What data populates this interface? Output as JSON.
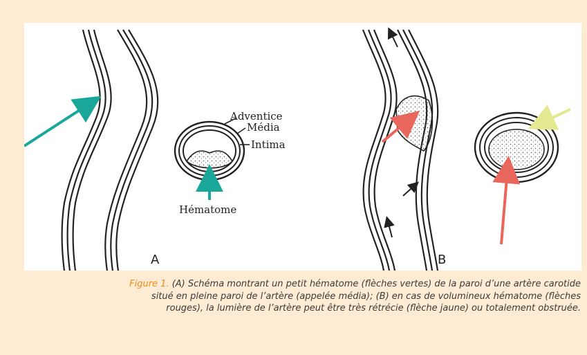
{
  "figure": {
    "panel_a_letter": "A",
    "panel_b_letter": "B",
    "labels": {
      "adventice": "Adventice",
      "media": "Média",
      "intima": "Intima",
      "hematome": "Hématome"
    },
    "colors": {
      "background": "#fdebd3",
      "green_arrow": "#1aa79a",
      "red_arrow": "#e8665c",
      "yellow_arrow": "#e4e890",
      "caption_label": "#f08c1e"
    }
  },
  "caption": {
    "label": "Figure 1.",
    "line1": "(A) Schéma montrant un petit hématome (flèches vertes) de la paroi d’une artère carotide",
    "line2": "situé en pleine paroi de l’artère (appelée média); (B) en cas de volumineux hématome (flèches",
    "line3": "rouges), la lumière de l’artère peut être très rétrécie (flèche jaune) ou totalement obstruée."
  }
}
